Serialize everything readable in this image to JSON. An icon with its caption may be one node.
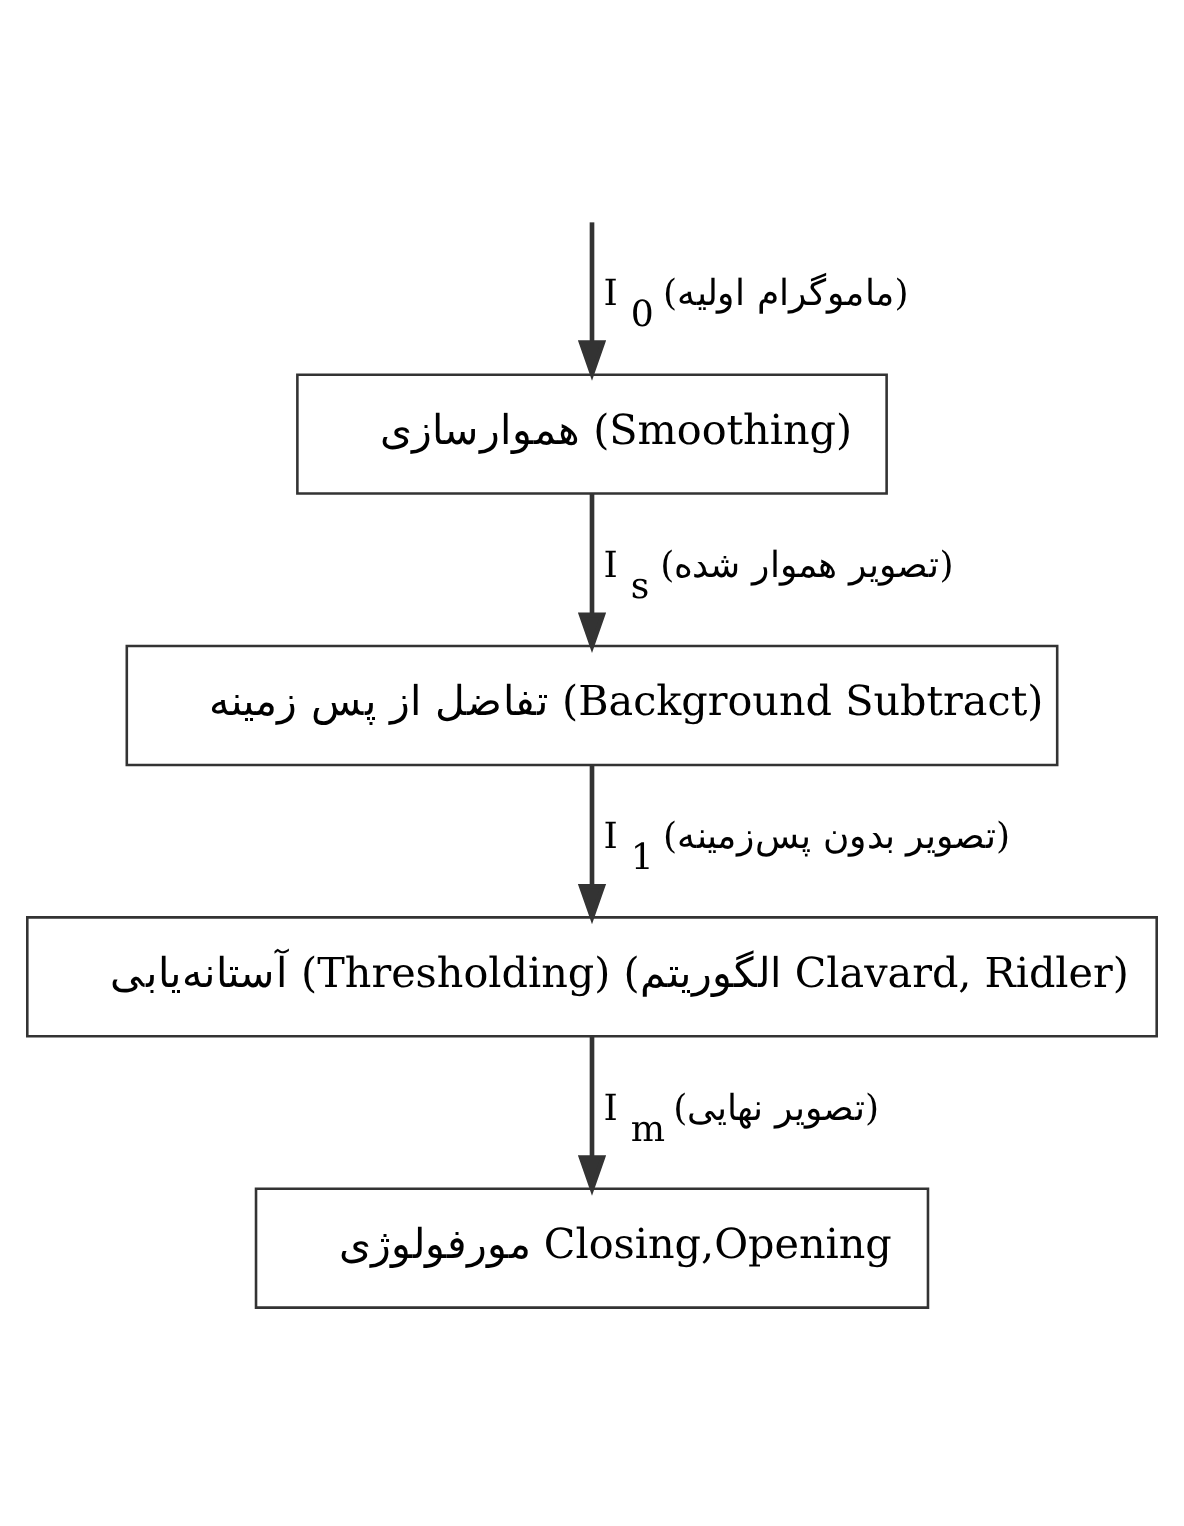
{
  "diagram": {
    "nodes": [
      {
        "text": [
          "هموارسازی (Smoothing)"
        ]
      },
      {
        "text": [
          "تفاضل از پس زمینه (Background Subtract)"
        ]
      },
      {
        "text": [
          "آستانه‌یابی (Thresholding) (الگوریتم Clavard, Ridler)"
        ]
      },
      {
        "text": [
          "مورفولوژی Closing,Opening"
        ]
      }
    ],
    "edges": [
      {
        "from": null,
        "to": 0,
        "arrow": "to",
        "label": "I$_{0}$ (ماموگرام اولیه)"
      },
      {
        "from": 0,
        "to": 1,
        "arrow": "to",
        "label": "I$_{s}$ (تصویر هموار شده)"
      },
      {
        "from": 1,
        "to": 2,
        "arrow": "to",
        "label": "I$_{1}$ (تصویر بدون پس‌زمینه)"
      },
      {
        "from": 2,
        "to": 3,
        "arrow": "to",
        "label": "I$_{m}$ (تصویر نهایی)"
      }
    ]
  }
}
